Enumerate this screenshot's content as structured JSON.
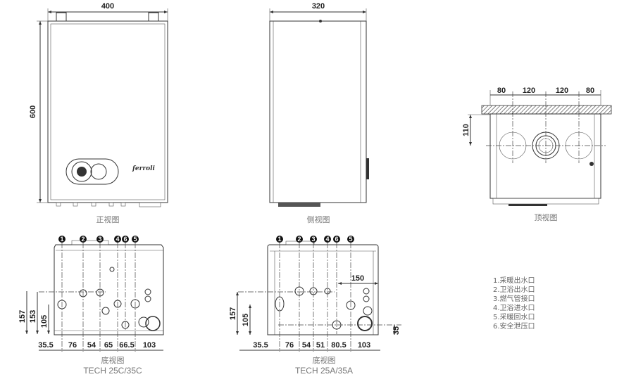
{
  "front_view": {
    "width_dim": "400",
    "height_dim": "600",
    "caption": "正视图",
    "logo": "ferroli"
  },
  "side_view": {
    "width_dim": "320",
    "caption": "侧视图"
  },
  "top_view": {
    "dims": [
      "80",
      "120",
      "120",
      "80"
    ],
    "depth_dim": "110",
    "caption": "顶视图"
  },
  "bottom_c": {
    "markers": [
      "1",
      "2",
      "3",
      "4",
      "6",
      "5"
    ],
    "dims": [
      "35.5",
      "76",
      "54",
      "65",
      "66.5",
      "103"
    ],
    "vdims": [
      "157",
      "153",
      "105"
    ],
    "caption": "底视图",
    "model": "TECH 25C/35C"
  },
  "bottom_a": {
    "markers": [
      "1",
      "2",
      "3",
      "4",
      "6",
      "5"
    ],
    "dims": [
      "35.5",
      "76",
      "54",
      "51",
      "80.5",
      "103"
    ],
    "vdims": [
      "157",
      "105"
    ],
    "dim_150": "150",
    "dim_35": "35",
    "caption": "底视图",
    "model": "TECH 25A/35A"
  },
  "legend": [
    "1.采暖出水口",
    "2.卫浴出水口",
    "3.燃气管接口",
    "4.卫浴进水口",
    "5.采暖回水口",
    "6.安全泄压口"
  ]
}
